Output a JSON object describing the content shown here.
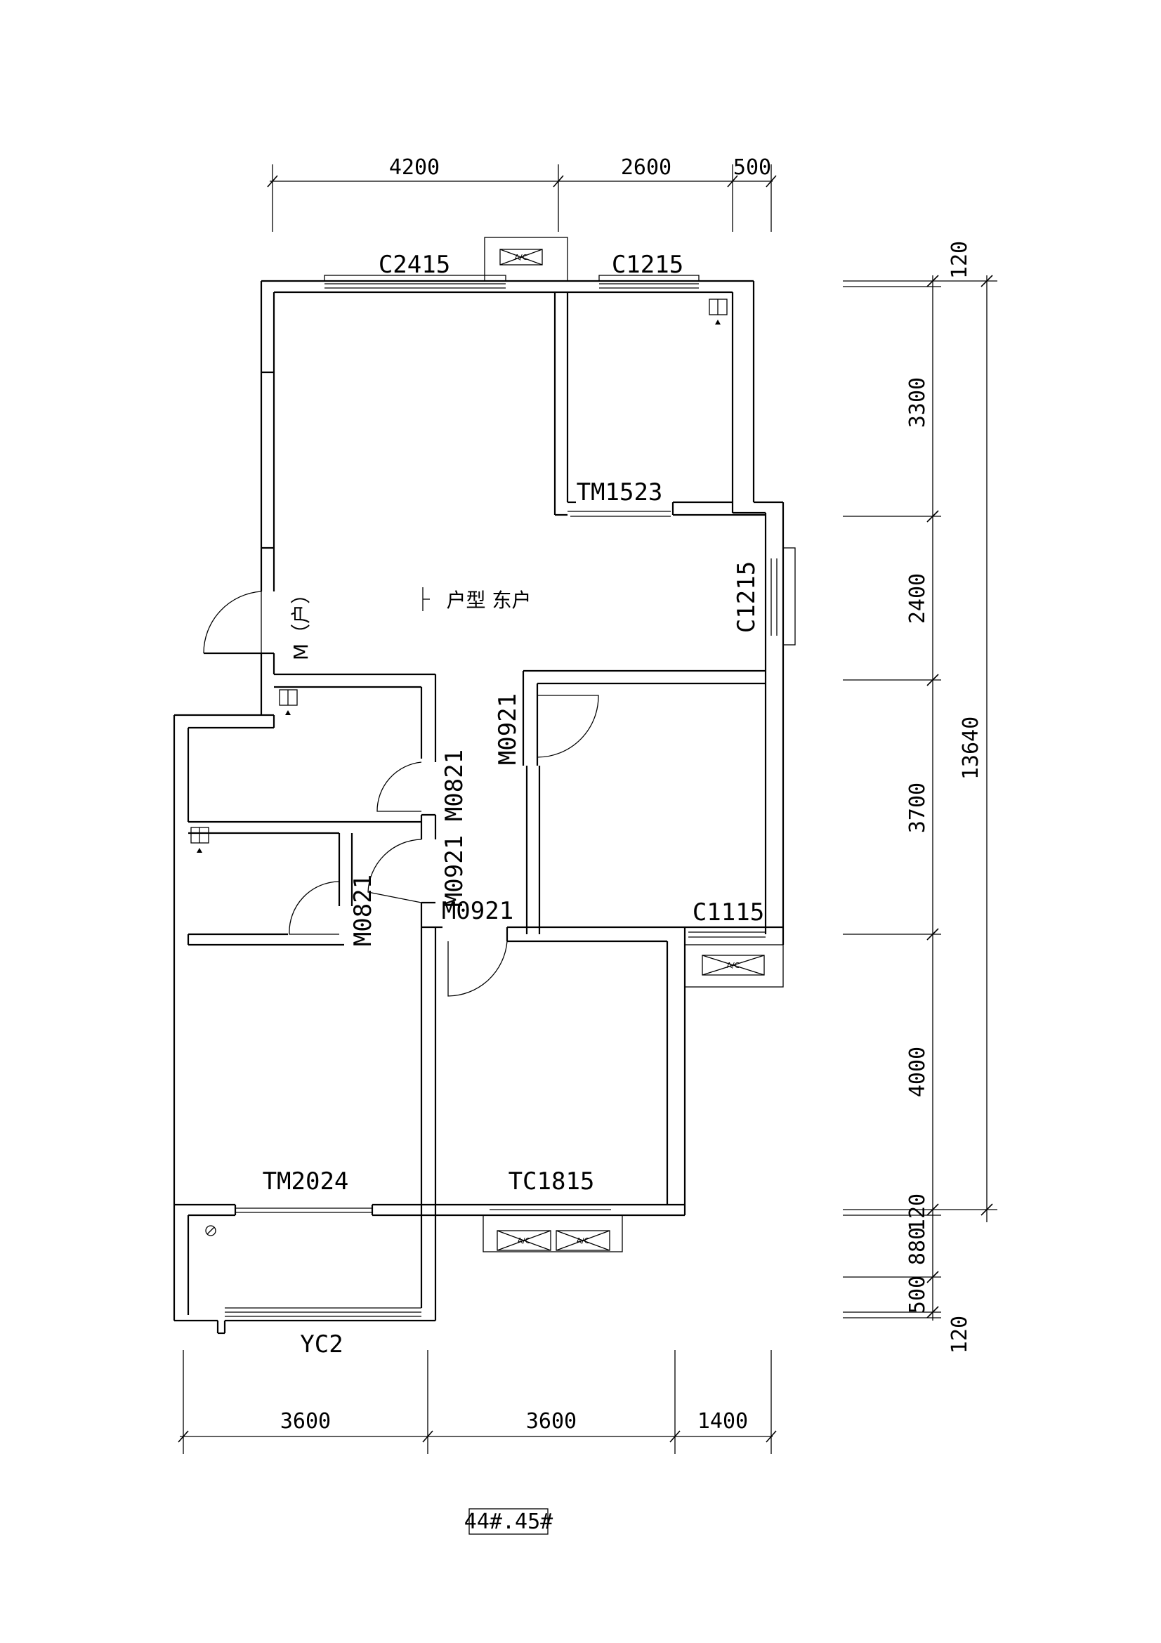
{
  "plan": {
    "unit_type": "户型  东户",
    "building_ref": "44#.45#",
    "entrance_label": "M（户）",
    "ac_label": "A/C"
  },
  "dimensions": {
    "top": [
      "4200",
      "2600",
      "500"
    ],
    "bottom": [
      "3600",
      "3600",
      "1400"
    ],
    "right_segments": [
      "120",
      "3300",
      "2400",
      "3700",
      "4000",
      "120",
      "880",
      "500",
      "120"
    ],
    "right_total": "13640"
  },
  "openings": {
    "window_c2415": "C2415",
    "window_c1215_top": "C1215",
    "window_c1215_right": "C1215",
    "window_c1115": "C1115",
    "door_tm1523": "TM1523",
    "door_tm2024": "TM2024",
    "window_tc1815": "TC1815",
    "window_yc2": "YC2",
    "door_m0921_a": "M0921",
    "door_m0821_a": "M0821",
    "door_m0921_b": "M0921",
    "door_m0821_b": "M0821",
    "door_m0921_c": "M0921"
  }
}
